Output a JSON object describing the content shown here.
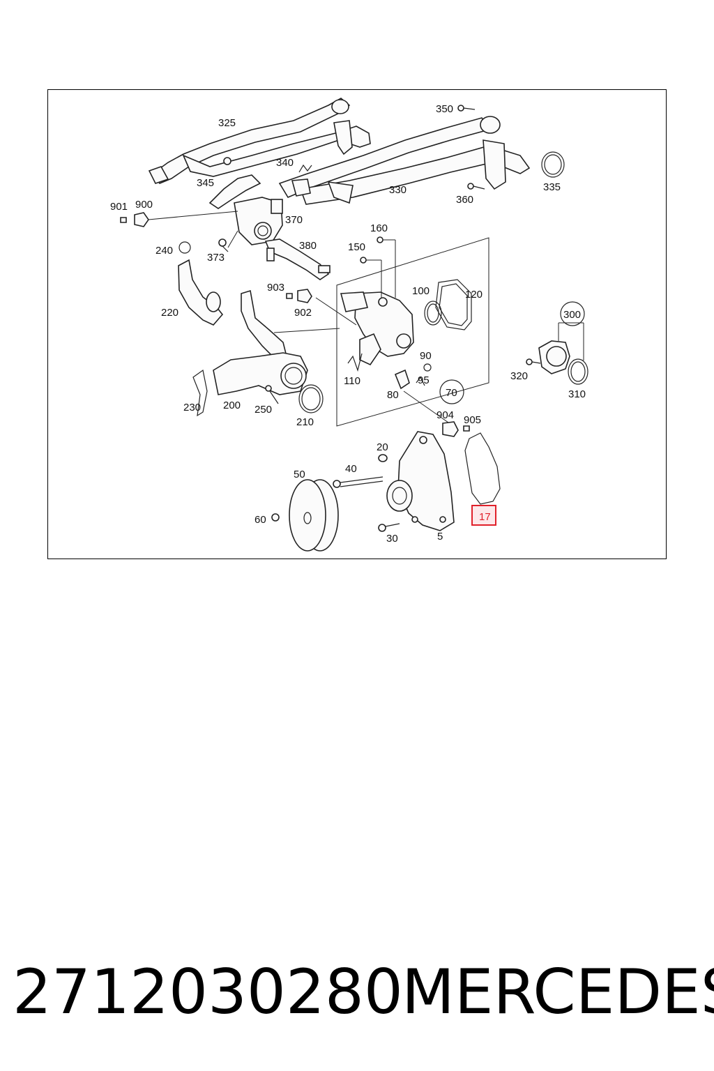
{
  "diagram": {
    "callouts": {
      "c325": "325",
      "c350": "350",
      "c340": "340",
      "c335": "335",
      "c345": "345",
      "c330": "330",
      "c360": "360",
      "c901": "901",
      "c900": "900",
      "c370": "370",
      "c160": "160",
      "c240": "240",
      "c373": "373",
      "c380": "380",
      "c150": "150",
      "c903": "903",
      "c100": "100",
      "c120": "120",
      "c220": "220",
      "c902": "902",
      "c300": "300",
      "c90": "90",
      "c110": "110",
      "c95": "95",
      "c320": "320",
      "c70": "70",
      "c230": "230",
      "c200": "200",
      "c250": "250",
      "c80": "80",
      "c310": "310",
      "c904": "904",
      "c905": "905",
      "c210": "210",
      "c20": "20",
      "c40": "40",
      "c50": "50",
      "c60": "60",
      "c17": "17",
      "c30": "30",
      "c5": "5"
    },
    "highlight_color": "#e0202a"
  },
  "caption": {
    "part_number": "2712030280",
    "brand": "MERCEDES"
  }
}
